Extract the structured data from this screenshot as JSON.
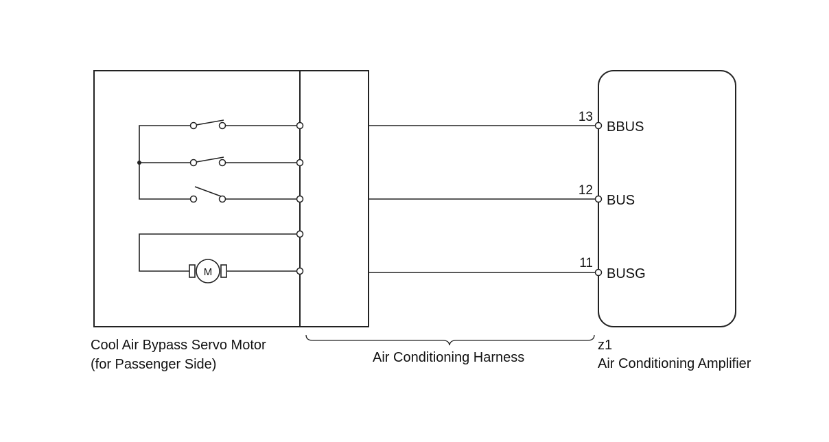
{
  "motor_component": {
    "name_line1": "Cool Air Bypass Servo Motor",
    "name_line2": "(for Passenger Side)",
    "motor_symbol": "M"
  },
  "harness": {
    "label": "Air Conditioning Harness"
  },
  "amplifier": {
    "connector_id": "z1",
    "name": "Air Conditioning Amplifier",
    "pins": [
      {
        "number": "13",
        "signal": "BBUS"
      },
      {
        "number": "12",
        "signal": "BUS"
      },
      {
        "number": "11",
        "signal": "BUSG"
      }
    ]
  }
}
